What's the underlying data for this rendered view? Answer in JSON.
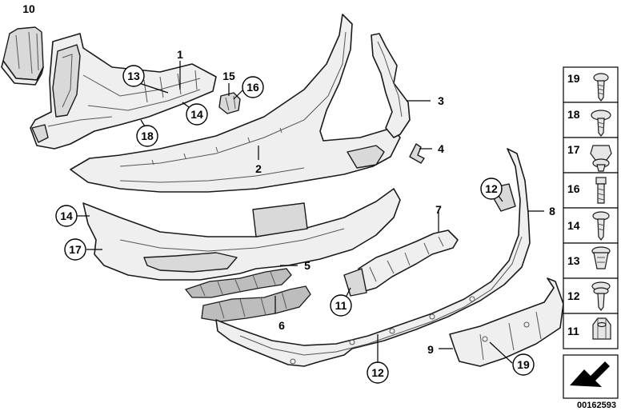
{
  "diagram": {
    "doc_id": "00162593",
    "labels": {
      "l1": "1",
      "l2": "2",
      "l3": "3",
      "l4": "4",
      "l5": "5",
      "l6": "6",
      "l7": "7",
      "l8": "8",
      "l9": "9",
      "l10": "10",
      "l11": "11",
      "l12a": "12",
      "l12b": "12",
      "l13": "13",
      "l14a": "14",
      "l14b": "14",
      "l15": "15",
      "l16": "16",
      "l17": "17",
      "l18": "18",
      "l19": "19"
    },
    "fastener_panel": [
      "19",
      "18",
      "17",
      "16",
      "14",
      "13",
      "12",
      "11"
    ]
  }
}
